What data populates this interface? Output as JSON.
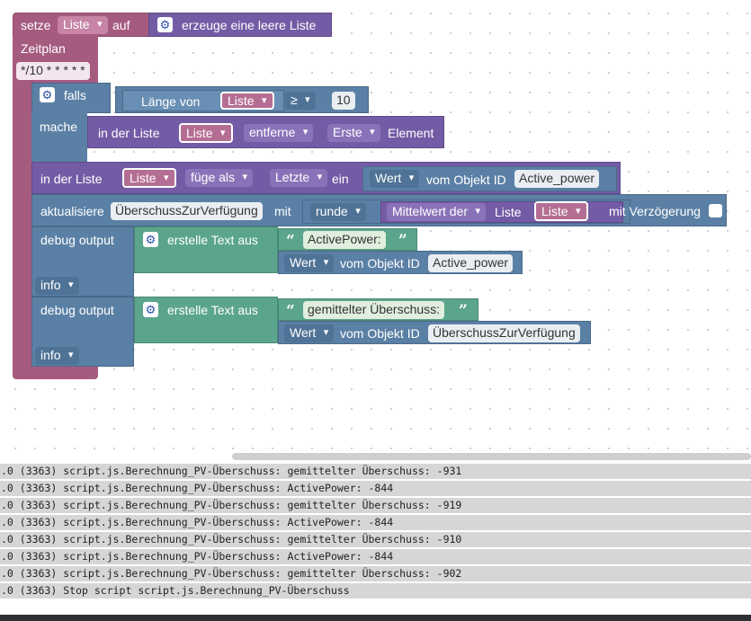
{
  "blocks": {
    "set": {
      "prefix": "setze",
      "var": "Liste",
      "mid": "auf",
      "value": "erzeuge eine leere Liste"
    },
    "schedule": {
      "label": "Zeitplan",
      "cron": "*/10 * * * * *"
    },
    "if_block": {
      "if_label": "falls",
      "do_label": "mache",
      "length_of": "Länge von",
      "list": "Liste",
      "operator": "≥",
      "number": "10"
    },
    "remove": {
      "prefix": "in der Liste",
      "list": "Liste",
      "action": "entferne",
      "position": "Erste",
      "suffix": "Element"
    },
    "insert": {
      "prefix": "in der Liste",
      "list": "Liste",
      "mode": "füge als",
      "position": "Letzte",
      "mid": "ein",
      "prop": "Wert",
      "obj_label": "vom Objekt ID",
      "obj_id": "Active_power"
    },
    "update": {
      "prefix": "aktualisiere",
      "target": "ÜberschussZurVerfügung",
      "mid": "mit",
      "round": "runde",
      "func": "Mittelwert der",
      "list_label": "Liste",
      "list": "Liste",
      "delay_label": "mit Verzögerung"
    },
    "debug1": {
      "label": "debug output",
      "create_text": "erstelle Text aus",
      "text": "ActivePower:",
      "prop": "Wert",
      "obj_label": "vom Objekt ID",
      "obj_id": "Active_power",
      "level": "info"
    },
    "debug2": {
      "label": "debug output",
      "create_text": "erstelle Text aus",
      "text": "gemittelter Überschuss:",
      "prop": "Wert",
      "obj_label": "vom Objekt ID",
      "obj_id": "ÜberschussZurVerfügung",
      "level": "info"
    }
  },
  "log": [
    ".0 (3363) script.js.Berechnung_PV-Überschuss: gemittelter Überschuss: -931",
    ".0 (3363) script.js.Berechnung_PV-Überschuss: ActivePower: -844",
    ".0 (3363) script.js.Berechnung_PV-Überschuss: gemittelter Überschuss: -919",
    ".0 (3363) script.js.Berechnung_PV-Überschuss: ActivePower: -844",
    ".0 (3363) script.js.Berechnung_PV-Überschuss: gemittelter Überschuss: -910",
    ".0 (3363) script.js.Berechnung_PV-Überschuss: ActivePower: -844",
    ".0 (3363) script.js.Berechnung_PV-Überschuss: gemittelter Überschuss: -902",
    ".0 (3363) Stop script script.js.Berechnung_PV-Überschuss"
  ],
  "icons": {
    "gear": "gear-icon",
    "dropdown": "chevron-down-icon"
  },
  "colors": {
    "variables": "#a55b80",
    "logic": "#5b80a5",
    "lists": "#745ba5",
    "text": "#5ba58c",
    "terminal": "#2d3136"
  }
}
